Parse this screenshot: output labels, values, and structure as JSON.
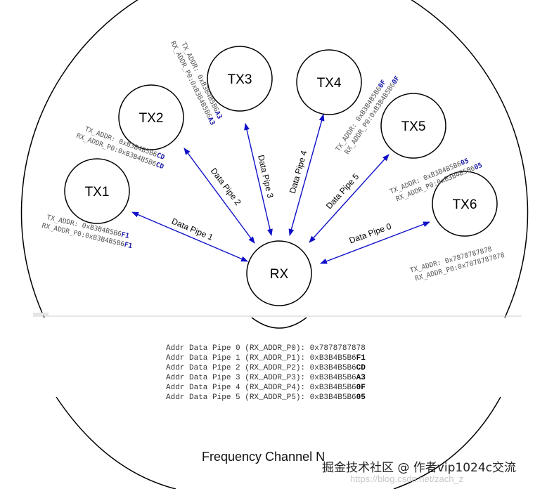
{
  "nodes": {
    "rx": "RX",
    "tx1": "TX1",
    "tx2": "TX2",
    "tx3": "TX3",
    "tx4": "TX4",
    "tx5": "TX5",
    "tx6": "TX6"
  },
  "pipes": {
    "p0": "Data Pipe 0",
    "p1": "Data Pipe 1",
    "p2": "Data Pipe 2",
    "p3": "Data Pipe 3",
    "p4": "Data Pipe 4",
    "p5": "Data Pipe 5"
  },
  "addresses": {
    "tx1": {
      "tx_label": "TX_ADDR:",
      "tx_prefix": "0xB3B4B5B6",
      "tx_suffix": "F1",
      "rx_label": "RX_ADDR_P0:",
      "rx_prefix": "0xB3B4B5B6",
      "rx_suffix": "F1"
    },
    "tx2": {
      "tx_label": "TX_ADDR:",
      "tx_prefix": "0xB3B4B5B6",
      "tx_suffix": "CD",
      "rx_label": "RX_ADDR_P0:",
      "rx_prefix": "0xB3B4B5B6",
      "rx_suffix": "CD"
    },
    "tx3": {
      "tx_label": "TX_ADDR:",
      "tx_prefix": "0xB3B4B5B6",
      "tx_suffix": "A3",
      "rx_label": "RX_ADDR_P0:",
      "rx_prefix": "0xB3B4B5B6",
      "rx_suffix": "A3"
    },
    "tx4": {
      "tx_label": "TX_ADDR:",
      "tx_prefix": "0xB3B4B5B6",
      "tx_suffix": "0F",
      "rx_label": "RX_ADDR_P0:",
      "rx_prefix": "0xB3B4B5B6",
      "rx_suffix": "0F"
    },
    "tx5": {
      "tx_label": "TX_ADDR:",
      "tx_prefix": "0xB3B4B5B6",
      "tx_suffix": "05",
      "rx_label": "RX_ADDR_P0:",
      "rx_prefix": "0xB3B4B5B6",
      "rx_suffix": "05"
    },
    "tx6": {
      "tx_label": "TX_ADDR:",
      "tx_prefix": "0x7878787878",
      "tx_suffix": "",
      "rx_label": "RX_ADDR_P0:",
      "rx_prefix": "0x7878787878",
      "rx_suffix": ""
    }
  },
  "rx_table": [
    {
      "text": "Addr Data Pipe 0 (RX_ADDR_P0): 0x7878787878",
      "suffix": ""
    },
    {
      "text": "Addr Data Pipe 1 (RX_ADDR_P1): 0xB3B4B5B6",
      "suffix": "F1"
    },
    {
      "text": "Addr Data Pipe 2 (RX_ADDR_P2): 0xB3B4B5B6",
      "suffix": "CD"
    },
    {
      "text": "Addr Data Pipe 3 (RX_ADDR_P3): 0xB3B4B5B6",
      "suffix": "A3"
    },
    {
      "text": "Addr Data Pipe 4 (RX_ADDR_P4): 0xB3B4B5B6",
      "suffix": "0F"
    },
    {
      "text": "Addr Data Pipe 5 (RX_ADDR_P5): 0xB3B4B5B6",
      "suffix": "05"
    }
  ],
  "footer": {
    "frequency": "Frequency Channel N",
    "watermark": "掘金技术社区 @ 作者vip1024c交流",
    "watermark_url": "https://blog.csdn.net/zach_z"
  },
  "colors": {
    "arrow": "#1010c8",
    "highlight": "#1a1aa8"
  }
}
